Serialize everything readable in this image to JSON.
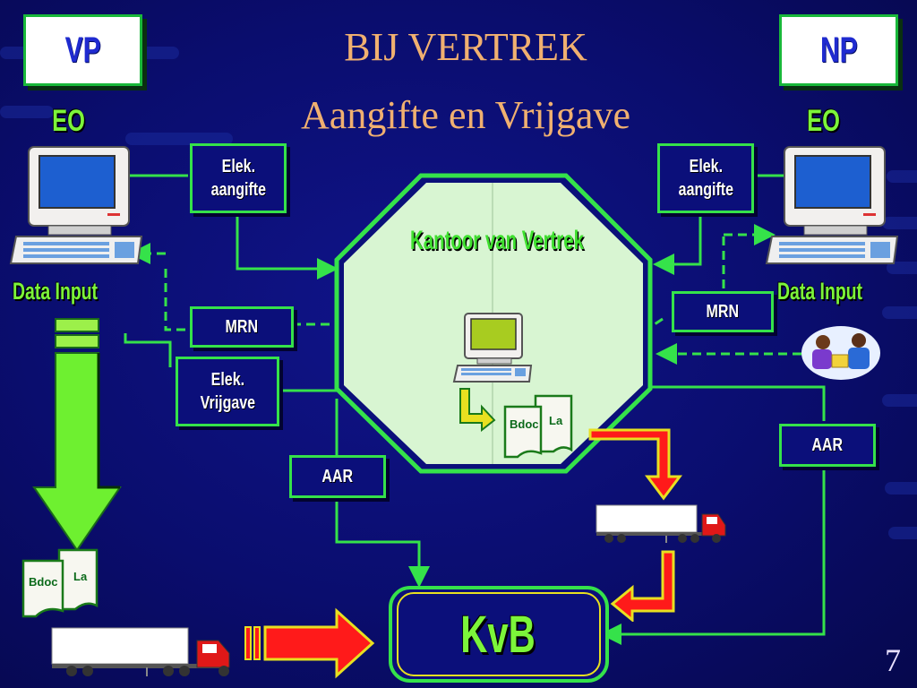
{
  "title": {
    "line1": "BIJ VERTREK",
    "line2": "Aangifte en Vrijgave"
  },
  "left_party": {
    "code": "VP",
    "role": "EO",
    "input_label": "Data Input"
  },
  "right_party": {
    "code": "NP",
    "role": "EO",
    "input_label": "Data Input"
  },
  "boxes": {
    "elek_aangifte_left": "Elek.\naangifte",
    "elek_aangifte_right": "Elek.\naangifte",
    "mrn_left": "MRN",
    "mrn_right": "MRN",
    "elek_vrijgave": "Elek.\nVrijgave",
    "aar_left": "AAR",
    "aar_right": "AAR"
  },
  "office_label": "Kantoor van Vertrek",
  "destination_label": "KvB",
  "documents": {
    "bdoc": "Bdoc",
    "la": "La"
  },
  "page_number": "7",
  "colors": {
    "background": "#0a0d6e",
    "accent_green": "#35e24a",
    "title": "#f0b070",
    "arrow_red": "#ff1a1a"
  }
}
